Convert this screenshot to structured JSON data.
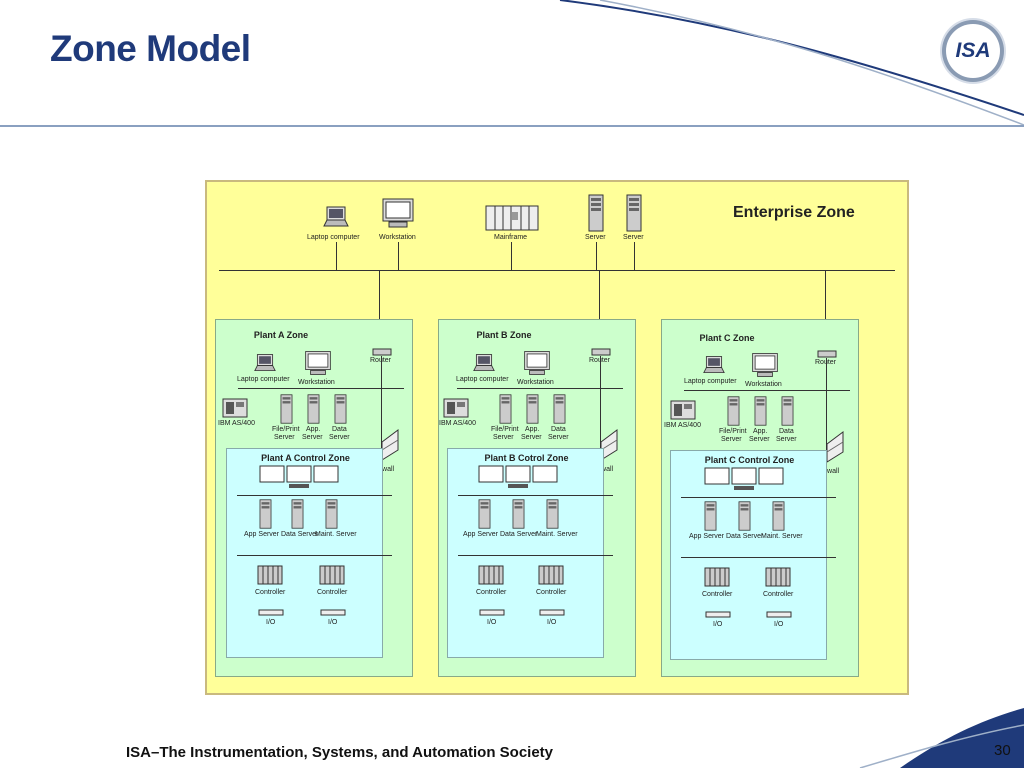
{
  "slide": {
    "title": "Zone Model",
    "footer": "ISA–The Instrumentation, Systems, and Automation Society",
    "page_number": "30",
    "logo_text": "ISA"
  },
  "diagram": {
    "enterprise_zone": {
      "title": "Enterprise Zone",
      "devices": [
        "Laptop computer",
        "Workstation",
        "Mainframe",
        "Server",
        "Server"
      ]
    },
    "plants": [
      {
        "title": "Plant A Zone",
        "router": "Router",
        "laptop": "Laptop computer",
        "workstation": "Workstation",
        "ibm": "IBM AS/400",
        "servers": [
          [
            "File/Print",
            "Server"
          ],
          [
            "App.",
            "Server"
          ],
          [
            "Data",
            "Server"
          ]
        ],
        "firewall": "Firewall",
        "control": {
          "title": "Plant A Control Zone",
          "servers": [
            "App Server",
            "Data Server",
            "Maint. Server"
          ],
          "controllers": [
            "Controller",
            "Controller"
          ],
          "io": [
            "I/O",
            "I/O"
          ]
        }
      },
      {
        "title": "Plant B Zone",
        "router": "Router",
        "laptop": "Laptop computer",
        "workstation": "Workstation",
        "ibm": "IBM AS/400",
        "servers": [
          [
            "File/Print",
            "Server"
          ],
          [
            "App.",
            "Server"
          ],
          [
            "Data",
            "Server"
          ]
        ],
        "firewall": "Firewall",
        "control": {
          "title": "Plant B Cotrol Zone",
          "servers": [
            "App Server",
            "Data Server",
            "Maint. Server"
          ],
          "controllers": [
            "Controller",
            "Controller"
          ],
          "io": [
            "I/O",
            "I/O"
          ]
        }
      },
      {
        "title": "Plant C Zone",
        "router": "Router",
        "laptop": "Laptop computer",
        "workstation": "Workstation",
        "ibm": "IBM AS/400",
        "servers": [
          [
            "File/Print",
            "Server"
          ],
          [
            "App.",
            "Server"
          ],
          [
            "Data",
            "Server"
          ]
        ],
        "firewall": "Firewall",
        "control": {
          "title": "Plant C Control Zone",
          "servers": [
            "App Server",
            "Data Server",
            "Maint. Server"
          ],
          "controllers": [
            "Controller",
            "Controller"
          ],
          "io": [
            "I/O",
            "I/O"
          ]
        }
      }
    ]
  },
  "colors": {
    "title": "#1f3a7a",
    "enterprise_bg": "#ffff99",
    "plant_bg": "#ccffcc",
    "control_bg": "#ccffff"
  }
}
